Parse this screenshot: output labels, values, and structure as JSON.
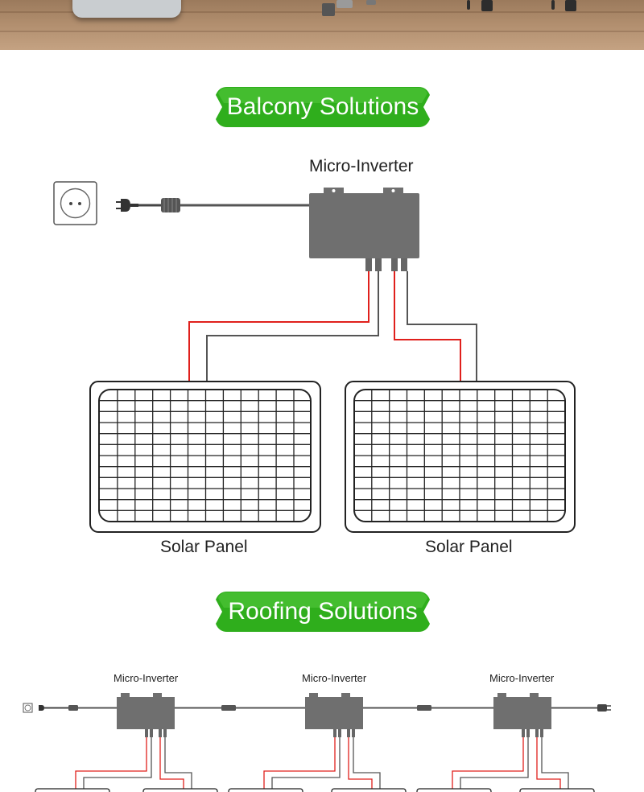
{
  "sections": {
    "balcony": {
      "title": "Balcony Solutions"
    },
    "roofing": {
      "title": "Roofing Solutions"
    }
  },
  "labels": {
    "micro_inverter": "Micro-Inverter",
    "solar_panel": "Solar Panel"
  },
  "colors": {
    "banner_green": "#2fae1c",
    "banner_light": "#5fd046",
    "inverter_gray": "#6f6f6f",
    "dc_positive": "#e0201c",
    "dc_negative": "#555555"
  }
}
